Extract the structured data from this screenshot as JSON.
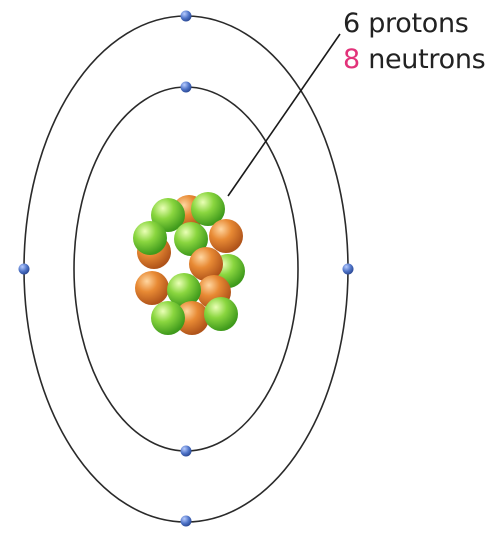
{
  "labels": {
    "protons": {
      "count": "6",
      "text": "protons"
    },
    "neutrons": {
      "count": "8",
      "text": "neutrons"
    }
  },
  "colors": {
    "proton": "#6cc83a",
    "neutron": "#e0782a",
    "neutron_label_number": "#e2327a",
    "text": "#222222",
    "orbit": "#2a2a2a",
    "electron": "#4f74c8",
    "pointer_line": "#1a1a1a"
  },
  "atom": {
    "protons": 6,
    "neutrons": 8,
    "electron_shells": [
      {
        "name": "inner-shell",
        "electrons": 2
      },
      {
        "name": "outer-shell",
        "electrons": 4
      }
    ]
  }
}
